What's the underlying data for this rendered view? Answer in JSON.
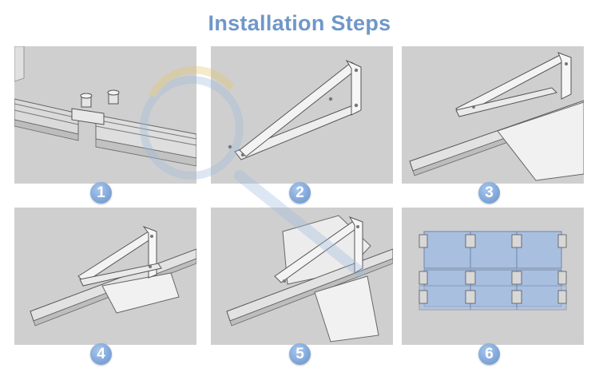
{
  "title": "Installation Steps",
  "steps": [
    {
      "number": "1"
    },
    {
      "number": "2"
    },
    {
      "number": "3"
    },
    {
      "number": "4"
    },
    {
      "number": "5"
    },
    {
      "number": "6"
    }
  ],
  "colors": {
    "title": "#6f97c9",
    "badge": "#7fa6d9",
    "panel_background": "#cfcfcf",
    "panel_glass": "#a9bfe0"
  }
}
